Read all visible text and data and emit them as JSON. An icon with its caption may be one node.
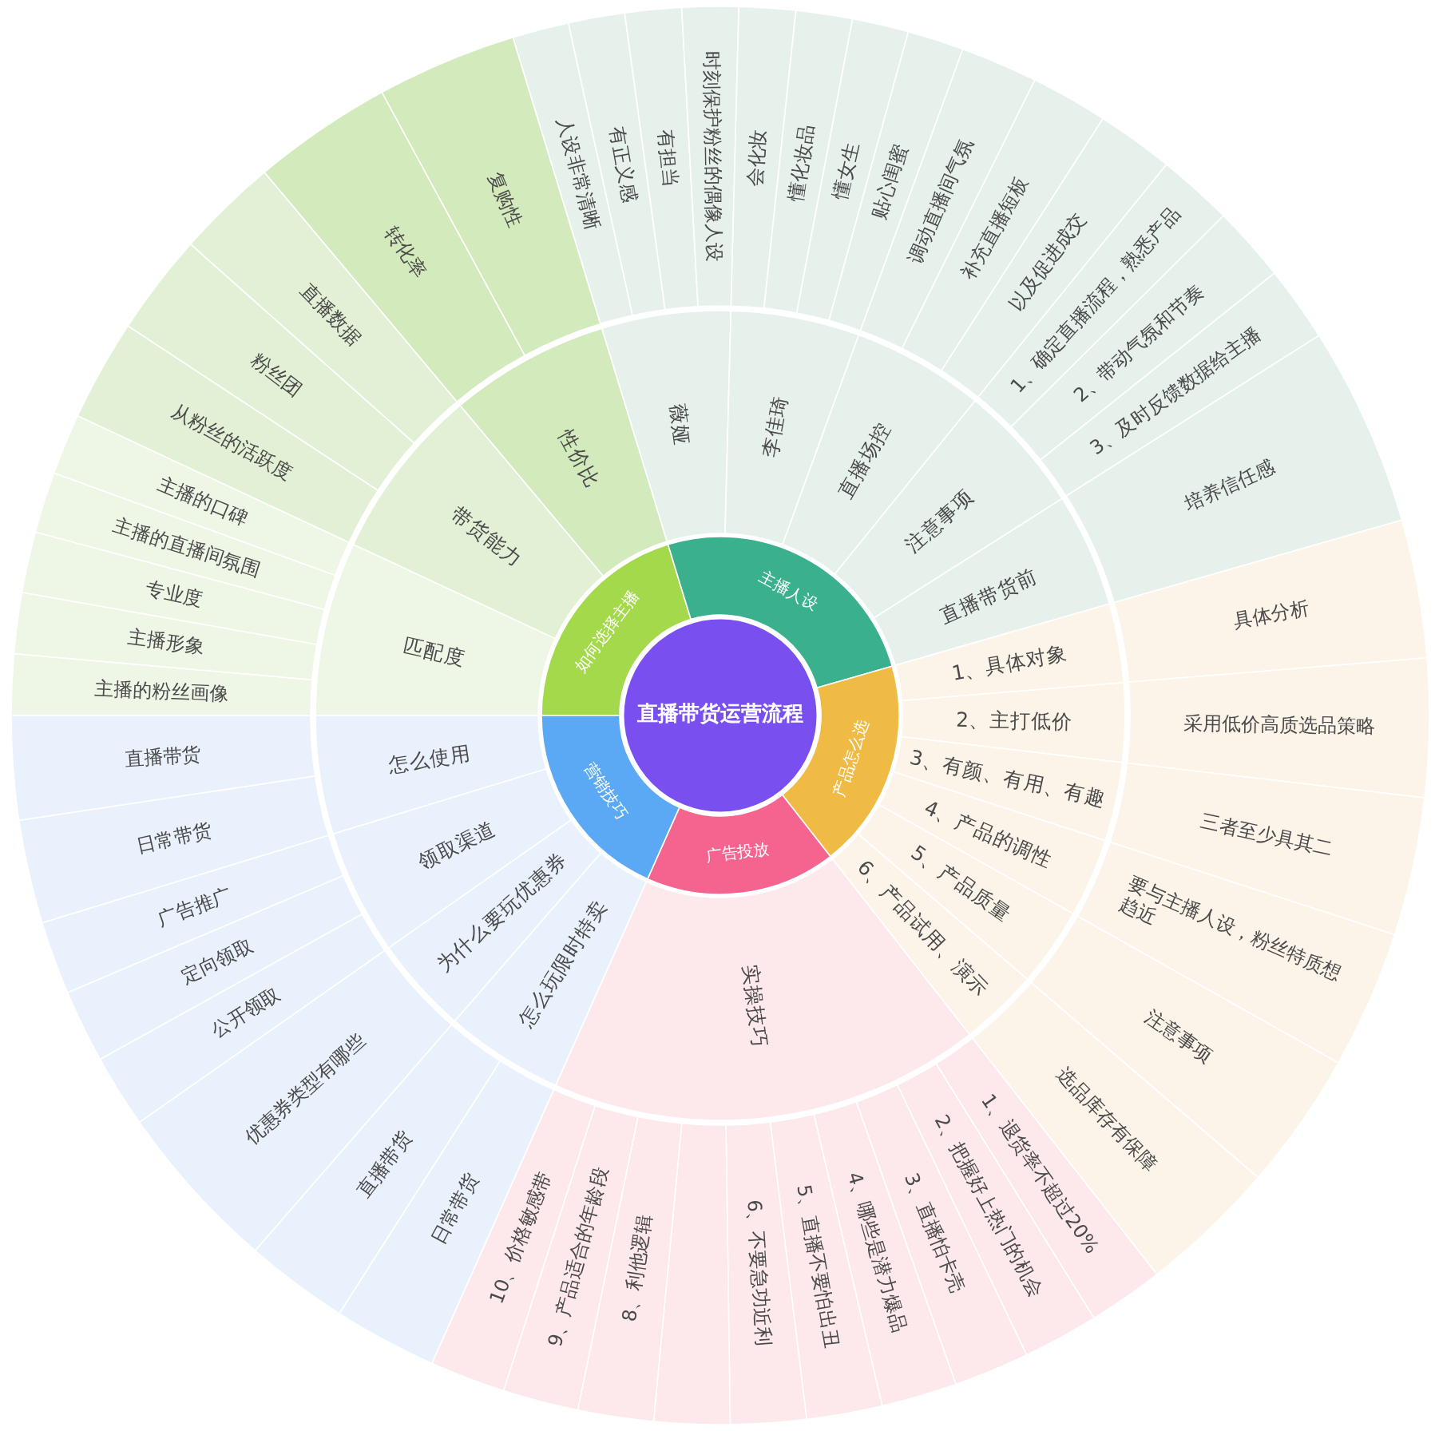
{
  "diagram": {
    "nodes": [
      {
        "text": [
          "直播带货运营流程"
        ]
      },
      {
        "text": [
          "如何选择主播"
        ]
      },
      {
        "text": [
          "匹配度"
        ]
      },
      {
        "text": [
          "主播的粉丝画像"
        ]
      },
      {
        "text": [
          "主播形象"
        ]
      },
      {
        "text": [
          "专业度"
        ]
      },
      {
        "text": [
          "主播的直播间氛围"
        ]
      },
      {
        "text": [
          "主播的口碑"
        ]
      },
      {
        "text": [
          "带货能力"
        ]
      },
      {
        "text": [
          "从粉丝的活跃度"
        ]
      },
      {
        "text": [
          "粉丝团"
        ]
      },
      {
        "text": [
          "直播数据"
        ]
      },
      {
        "text": [
          "性价比"
        ]
      },
      {
        "text": [
          "转化率"
        ]
      },
      {
        "text": [
          "复购性"
        ]
      },
      {
        "text": [
          "主播人设"
        ]
      },
      {
        "text": [
          "薇娅"
        ]
      },
      {
        "text": [
          "人设非常清晰"
        ]
      },
      {
        "text": [
          "有正义感"
        ]
      },
      {
        "text": [
          "有担当"
        ]
      },
      {
        "text": [
          "时刻保护粉丝的偶像人设"
        ]
      },
      {
        "text": [
          "李佳琦"
        ]
      },
      {
        "text": [
          "会化妆"
        ]
      },
      {
        "text": [
          "懂化妆品"
        ]
      },
      {
        "text": [
          "懂女生"
        ]
      },
      {
        "text": [
          "贴心闺蜜"
        ]
      },
      {
        "text": [
          "直播场控"
        ]
      },
      {
        "text": [
          "调动直播间气氛"
        ]
      },
      {
        "text": [
          "补充直播短板"
        ]
      },
      {
        "text": [
          "以及促进成交"
        ]
      },
      {
        "text": [
          "注意事项"
        ]
      },
      {
        "text": [
          "1、确定直播流程，熟悉产品"
        ]
      },
      {
        "text": [
          "2、带动气氛和节奏"
        ]
      },
      {
        "text": [
          "3、及时反馈数据给主播"
        ]
      },
      {
        "text": [
          "直播带货前"
        ]
      },
      {
        "text": [
          "培养信任感"
        ]
      },
      {
        "text": [
          "产品怎么选"
        ]
      },
      {
        "text": [
          "1、具体对象"
        ]
      },
      {
        "text": [
          "具体分析"
        ]
      },
      {
        "text": [
          "2、主打低价"
        ]
      },
      {
        "text": [
          "采用低价高质选品策略"
        ]
      },
      {
        "text": [
          "3、有颜、有用、有趣"
        ]
      },
      {
        "text": [
          "三者至少具其二"
        ]
      },
      {
        "text": [
          "4、产品的调性"
        ]
      },
      {
        "text": [
          "要与主播人设，粉丝特质想趋近"
        ]
      },
      {
        "text": [
          "5、产品质量"
        ]
      },
      {
        "text": [
          "注意事项"
        ]
      },
      {
        "text": [
          "6、产品试用、演示"
        ]
      },
      {
        "text": [
          "选品库存有保障"
        ]
      },
      {
        "text": [
          "广告投放"
        ]
      },
      {
        "text": [
          "实操技巧"
        ]
      },
      {
        "text": [
          "1、退货率不超过20%"
        ]
      },
      {
        "text": [
          "2、把握好上热门的机会"
        ]
      },
      {
        "text": [
          "3、直播怕卡壳"
        ]
      },
      {
        "text": [
          "4、哪些是潜力爆品"
        ]
      },
      {
        "text": [
          "5、直播不要怕出丑"
        ]
      },
      {
        "text": [
          "6、不要急功近利"
        ]
      },
      {
        "text": [],
        "shape": "wedge"
      },
      {
        "text": [
          "8、利他逻辑"
        ]
      },
      {
        "text": [
          "9、产品适合的年龄段"
        ]
      },
      {
        "text": [
          "10、价格敏感带"
        ]
      },
      {
        "text": [
          "营销技巧"
        ]
      },
      {
        "text": [
          "怎么玩限时特卖"
        ]
      },
      {
        "text": [
          "日常带货"
        ]
      },
      {
        "text": [
          "直播带货"
        ]
      },
      {
        "text": [
          "为什么要玩优惠券"
        ]
      },
      {
        "text": [
          "优惠券类型有哪些"
        ]
      },
      {
        "text": [
          "领取渠道"
        ]
      },
      {
        "text": [
          "公开领取"
        ]
      },
      {
        "text": [
          "定向领取"
        ]
      },
      {
        "text": [
          "广告推广"
        ]
      },
      {
        "text": [
          "怎么使用"
        ]
      },
      {
        "text": [
          "日常带货"
        ]
      },
      {
        "text": [
          "直播带货"
        ]
      }
    ]
  }
}
